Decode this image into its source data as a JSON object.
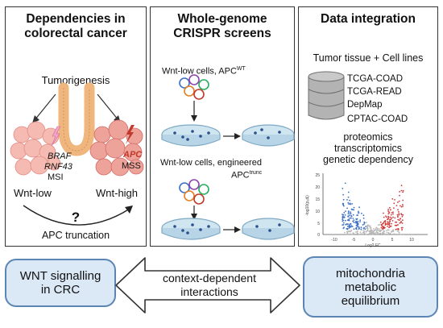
{
  "panel1": {
    "title_line1": "Dependencies in",
    "title_line2": "colorectal cancer",
    "tumorigenesis": "Tumorigenesis",
    "braf": "BRAF",
    "rnf43": "RNF43",
    "msi": "MSI",
    "apc": "APC",
    "mss": "MSS",
    "wnt_low": "Wnt-low",
    "wnt_high": "Wnt-high",
    "question": "?",
    "apc_truncation": "APC truncation"
  },
  "panel2": {
    "title_line1": "Whole-genome",
    "title_line2": "CRISPR screens",
    "cells1_main": "Wnt-low cells, APC",
    "cells1_sup": "WT",
    "cells2_line1": "Wnt-low cells, engineered",
    "cells2_main": "APC",
    "cells2_sup": "trunc"
  },
  "panel3": {
    "title": "Data integration",
    "subtitle": "Tumor tissue  +  Cell lines",
    "datasets": [
      "TCGA-COAD",
      "TCGA-READ",
      "DepMap",
      "CPTAC-COAD"
    ],
    "omics": [
      "proteomics",
      "transcriptomics",
      "genetic dependency"
    ],
    "volcano": {
      "ylabel": "-log10(pₐdⱼ)",
      "xlabel": "Log2 FC",
      "yticks": [
        "25",
        "20",
        "15",
        "10",
        "5",
        "0"
      ],
      "xticks": [
        "-10",
        "-5",
        "0",
        "5",
        "10"
      ]
    }
  },
  "bottom": {
    "left_line1": "WNT signalling",
    "left_line2": "in CRC",
    "arrow_line1": "context-dependent",
    "arrow_line2": "interactions",
    "right_line1": "mitochondria",
    "right_line2": "metabolic",
    "right_line3": "equilibrium"
  },
  "colors": {
    "tissue": "#f5b3a9",
    "tissue_dark": "#e0807a",
    "crypt": "#efb67e",
    "dish": "#cfe5f0",
    "dots": "#2a4f8c",
    "volcano_up": "#d13c3c",
    "volcano_down": "#3c6fc4",
    "volcano_ns": "#b8b8b8",
    "bottom_fill": "#dbe8f6",
    "bottom_border": "#5b86b4",
    "lightning": "#c0392b"
  }
}
